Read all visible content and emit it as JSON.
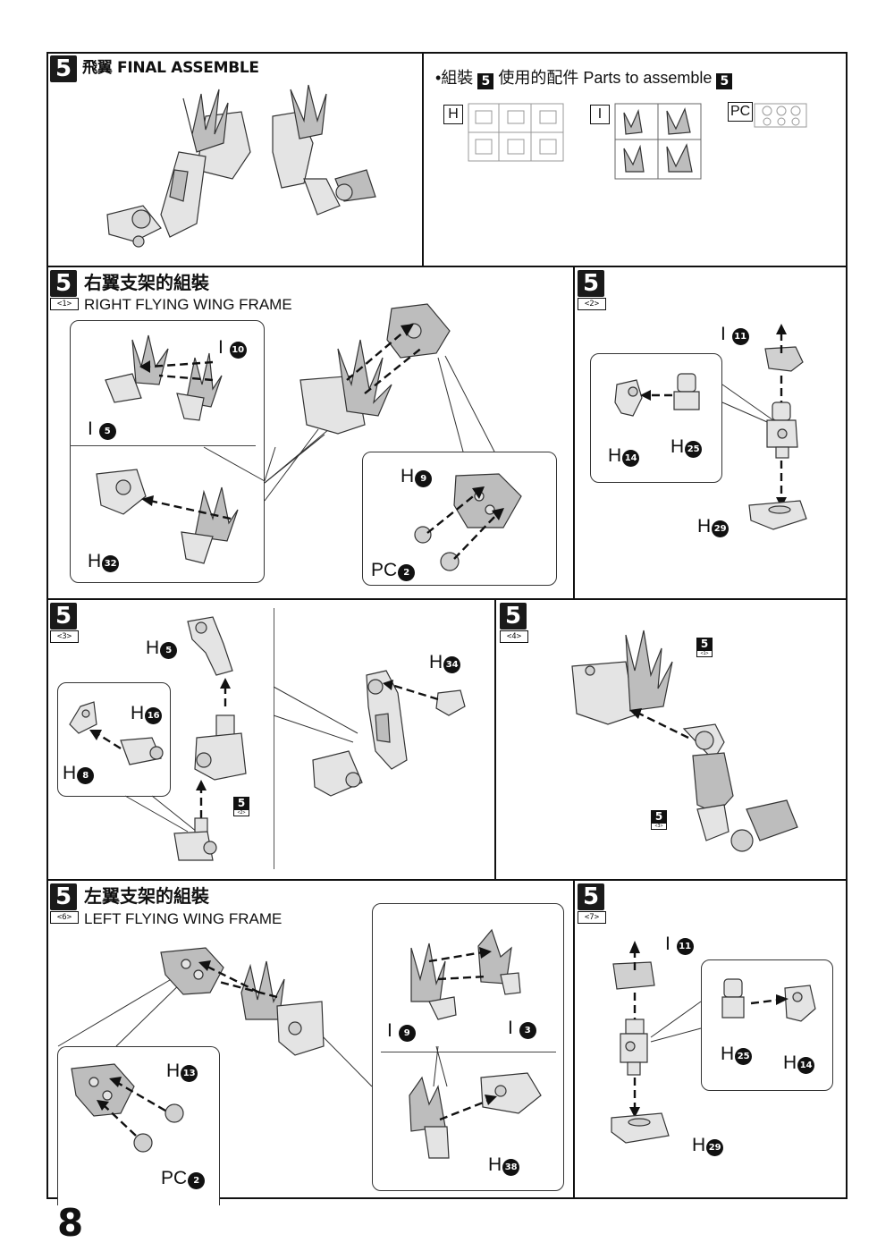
{
  "final": {
    "step": "5",
    "title": "飛翼 FINAL ASSEMBLE",
    "parts_prefix": "組裝",
    "parts_step": "5",
    "parts_mid": "使用的配件 Parts to assemble",
    "parts_step2": "5",
    "runners": [
      "H",
      "I",
      "PC"
    ]
  },
  "sub1": {
    "step": "5",
    "tag": "<1>",
    "title_cn": "右翼支架的組裝",
    "title_en": "RIGHT FLYING WING FRAME",
    "labels": {
      "i10": {
        "letter": "I",
        "num": "10"
      },
      "i5": {
        "letter": "I",
        "num": "5"
      },
      "h32": {
        "letter": "H",
        "num": "32"
      },
      "h9": {
        "letter": "H",
        "num": "9"
      },
      "pc2": {
        "letter": "PC",
        "num": "2"
      }
    }
  },
  "sub2": {
    "step": "5",
    "tag": "<2>",
    "labels": {
      "i11": {
        "letter": "I",
        "num": "11"
      },
      "h14": {
        "letter": "H",
        "num": "14"
      },
      "h25": {
        "letter": "H",
        "num": "25"
      },
      "h29": {
        "letter": "H",
        "num": "29"
      }
    }
  },
  "sub3": {
    "step": "5",
    "tag": "<3>",
    "labels": {
      "h5": {
        "letter": "H",
        "num": "5"
      },
      "h16": {
        "letter": "H",
        "num": "16"
      },
      "h8": {
        "letter": "H",
        "num": "8"
      },
      "h34": {
        "letter": "H",
        "num": "34"
      }
    },
    "ref": {
      "step": "5",
      "tag": "<2>"
    }
  },
  "sub4": {
    "step": "5",
    "tag": "<4>",
    "ref1": {
      "step": "5",
      "tag": "<1>"
    },
    "ref2": {
      "step": "5",
      "tag": "<3>"
    }
  },
  "sub6": {
    "step": "5",
    "tag": "<6>",
    "title_cn": "左翼支架的組裝",
    "title_en": "LEFT FLYING WING FRAME",
    "labels": {
      "h13": {
        "letter": "H",
        "num": "13"
      },
      "pc2": {
        "letter": "PC",
        "num": "2"
      },
      "i9": {
        "letter": "I",
        "num": "9"
      },
      "i3": {
        "letter": "I",
        "num": "3"
      },
      "h38": {
        "letter": "H",
        "num": "38"
      }
    }
  },
  "sub7": {
    "step": "5",
    "tag": "<7>",
    "labels": {
      "i11": {
        "letter": "I",
        "num": "11"
      },
      "h25": {
        "letter": "H",
        "num": "25"
      },
      "h14": {
        "letter": "H",
        "num": "14"
      },
      "h29": {
        "letter": "H",
        "num": "29"
      }
    }
  },
  "page_number": "8"
}
